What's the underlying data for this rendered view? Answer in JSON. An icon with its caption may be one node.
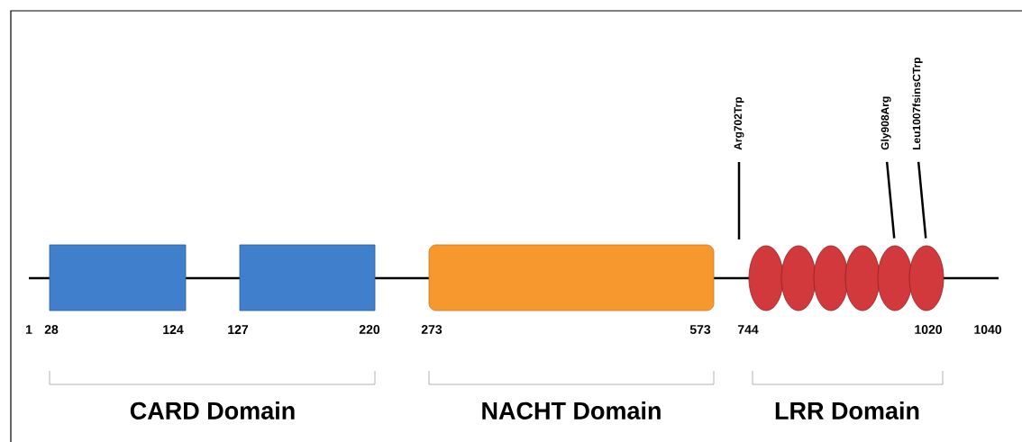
{
  "diagram": {
    "nodes": [
      {
        "text": [],
        "shape": "box"
      },
      {
        "text": [],
        "shape": "box"
      },
      {
        "text": [],
        "shape": "box"
      },
      {
        "text": [],
        "shape": "ellipse"
      },
      {
        "text": [],
        "shape": "ellipse"
      },
      {
        "text": [],
        "shape": "ellipse"
      },
      {
        "text": [],
        "shape": "ellipse"
      },
      {
        "text": [],
        "shape": "ellipse"
      },
      {
        "text": [],
        "shape": "ellipse"
      },
      {
        "text": [
          "Arg702Trp"
        ]
      },
      {
        "text": [
          "Gly908Arg"
        ]
      },
      {
        "text": [
          "Leu1007fsinsCTrp"
        ]
      }
    ],
    "edges": [
      {
        "from": 9,
        "to": null,
        "arrow": "none"
      },
      {
        "from": 10,
        "to": 7,
        "arrow": "none"
      },
      {
        "from": 11,
        "to": 8,
        "arrow": "none"
      }
    ],
    "labels": [
      "1",
      "28",
      "124",
      "127",
      "220",
      "273",
      "573",
      "744",
      "1020",
      "1040",
      "CARD Domain",
      "NACHT Domain",
      "LRR Domain"
    ]
  }
}
